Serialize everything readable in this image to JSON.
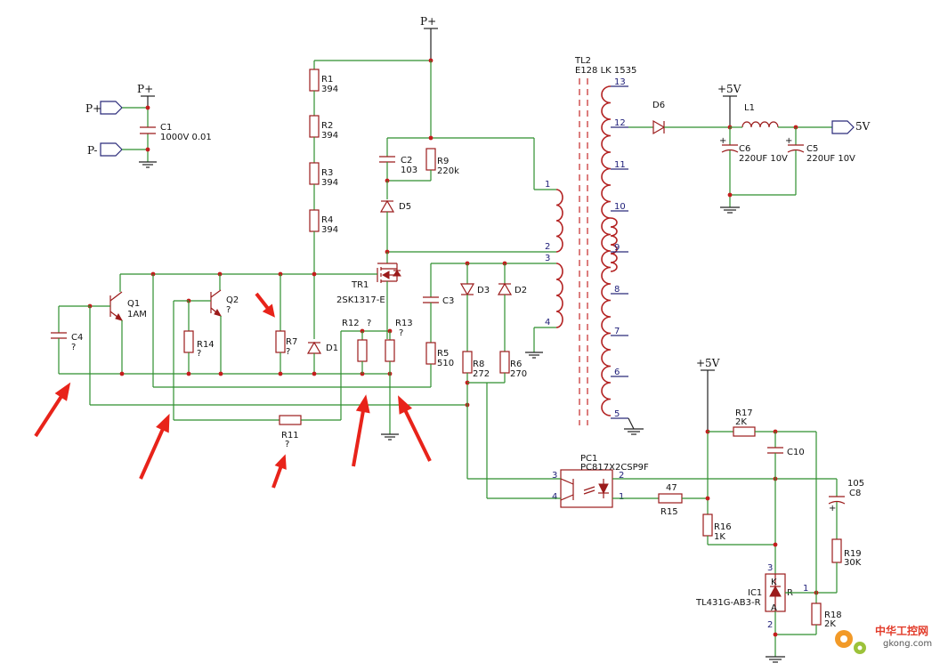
{
  "rails": {
    "p_plus_top": "P+",
    "p_plus_left": "P+",
    "port_p_plus": "P+",
    "port_p_minus": "P-",
    "plus5v_out": "+5V",
    "plus5v_fb": "+5V",
    "port_5v": "5V"
  },
  "components": {
    "C1": {
      "ref": "C1",
      "value": "1000V 0.01"
    },
    "R1": {
      "ref": "R1",
      "value": "394"
    },
    "R2": {
      "ref": "R2",
      "value": "394"
    },
    "R3": {
      "ref": "R3",
      "value": "394"
    },
    "R4": {
      "ref": "R4",
      "value": "394"
    },
    "C2": {
      "ref": "C2",
      "value": "103"
    },
    "R9": {
      "ref": "R9",
      "value": "220k"
    },
    "D5": {
      "ref": "D5"
    },
    "TR1": {
      "ref": "TR1",
      "value": "2SK1317-E"
    },
    "Q1": {
      "ref": "Q1",
      "value": "1AM"
    },
    "Q2": {
      "ref": "Q2",
      "value": "?"
    },
    "C4": {
      "ref": "C4",
      "value": "?"
    },
    "R14": {
      "ref": "R14",
      "value": "?"
    },
    "R7": {
      "ref": "R7",
      "value": "?"
    },
    "D1": {
      "ref": "D1"
    },
    "R12": {
      "ref": "R12",
      "value": "?"
    },
    "R13": {
      "ref": "R13",
      "value": "?"
    },
    "R11": {
      "ref": "R11",
      "value": "?"
    },
    "C3": {
      "ref": "C3"
    },
    "R5": {
      "ref": "R5",
      "value": "510"
    },
    "D3": {
      "ref": "D3"
    },
    "D2": {
      "ref": "D2"
    },
    "R8": {
      "ref": "R8",
      "value": "272"
    },
    "R6": {
      "ref": "R6",
      "value": "270"
    },
    "TL2": {
      "ref": "TL2",
      "value": "E128 LK 1535"
    },
    "D6": {
      "ref": "D6"
    },
    "L1": {
      "ref": "L1"
    },
    "C6": {
      "ref": "C6",
      "value": "220UF 10V"
    },
    "C5": {
      "ref": "C5",
      "value": "220UF 10V"
    },
    "PC1": {
      "ref": "PC1",
      "value": "PC817X2CSP9F"
    },
    "R15": {
      "ref": "R15",
      "value": "47"
    },
    "R16": {
      "ref": "R16",
      "value": "1K"
    },
    "R17": {
      "ref": "R17",
      "value": "2K"
    },
    "C10": {
      "ref": "C10"
    },
    "C8": {
      "ref": "C8",
      "value": "105"
    },
    "R19": {
      "ref": "R19",
      "value": "30K"
    },
    "IC1": {
      "ref": "IC1",
      "value": "TL431G-AB3-R"
    },
    "R18": {
      "ref": "R18",
      "value": "2K"
    }
  },
  "transformer_pins": {
    "primary": [
      "1",
      "2",
      "3",
      "4"
    ],
    "secondary": [
      "13",
      "12",
      "11",
      "10",
      "9",
      "8",
      "7",
      "6",
      "5"
    ]
  },
  "optocoupler_pins": [
    "3",
    "4",
    "2",
    "1"
  ],
  "ic1_pins": {
    "cathode_num": "3",
    "ref_num": "1",
    "anode_num": "2",
    "k": "K",
    "a": "A",
    "r": "R"
  },
  "watermark": {
    "brand": "中华工控网",
    "site": "gkong.com"
  },
  "colors": {
    "wire": "#2f8f2f",
    "component": "#9b1b1b",
    "junction": "#c41d1d",
    "annotation_arrow": "#e8231a"
  }
}
